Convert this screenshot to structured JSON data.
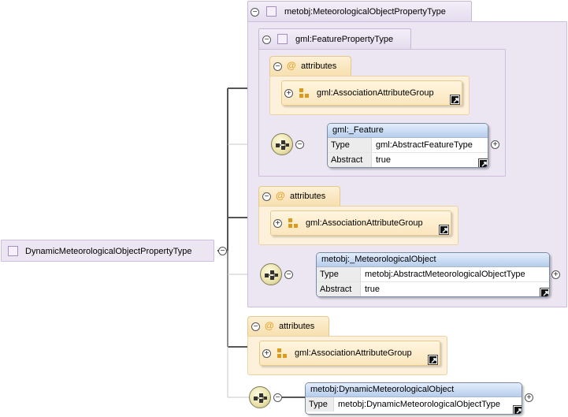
{
  "root": {
    "label": "DynamicMeteorologicalObjectPropertyType"
  },
  "outer_type": {
    "label": "metobj:MeteorologicalObjectPropertyType"
  },
  "inner_type": {
    "label": "gml:FeaturePropertyType"
  },
  "attributes_label": "attributes",
  "group_label": "gml:AssociationAttributeGroup",
  "feature_element": {
    "name": "gml:_Feature",
    "rows": [
      {
        "key": "Type",
        "value": "gml:AbstractFeatureType"
      },
      {
        "key": "Abstract",
        "value": "true"
      }
    ]
  },
  "meteo_element": {
    "name": "metobj:_MeteorologicalObject",
    "rows": [
      {
        "key": "Type",
        "value": "metobj:AbstractMeteorologicalObjectType"
      },
      {
        "key": "Abstract",
        "value": "true"
      }
    ]
  },
  "dynamic_element": {
    "name": "metobj:DynamicMeteorologicalObject",
    "rows": [
      {
        "key": "Type",
        "value": "metobj:DynamicMeteorologicalObjectType"
      }
    ]
  },
  "icons": {
    "collapse": "−",
    "expand": "+",
    "attribute": "@"
  }
}
